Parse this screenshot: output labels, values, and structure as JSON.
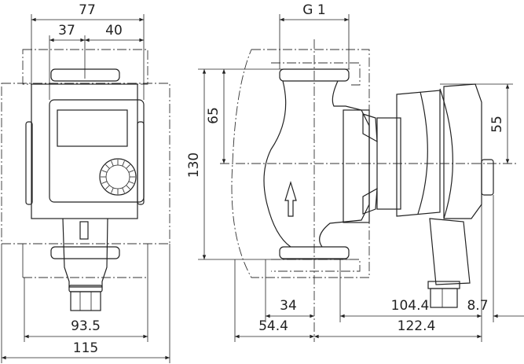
{
  "front_view": {
    "dimensions": {
      "width_top": "77",
      "left_offset": "37",
      "right_offset": "40",
      "flange_width": "93.5",
      "overall_width": "115"
    }
  },
  "side_view": {
    "dimensions": {
      "thread": "G 1",
      "height": "130",
      "half_height": "65",
      "motor_half_height": "55",
      "left_depth": "34",
      "left_overall": "54.4",
      "motor_length": "104.4",
      "knob_offset": "8.7",
      "right_overall": "122.4"
    }
  }
}
